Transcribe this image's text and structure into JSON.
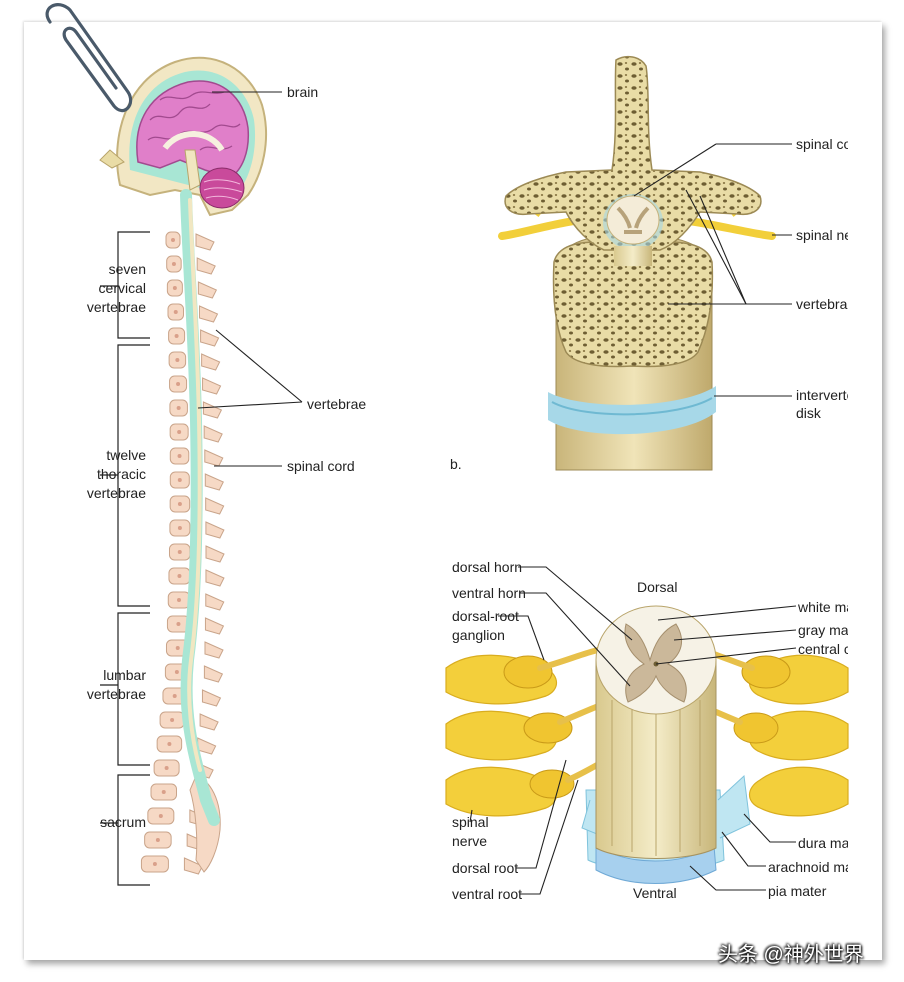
{
  "figure_a": {
    "labels": {
      "brain": "brain",
      "vertebrae": "vertebrae",
      "spinal_cord": "spinal cord",
      "cervical": "seven\ncervical\nvertebrae",
      "thoracic": "twelve\nthoracic\nvertebrae",
      "lumbar": "lumbar\nvertebrae",
      "sacrum": "sacrum"
    }
  },
  "figure_b": {
    "tag": "b.",
    "labels": {
      "spinal_cord": "spinal cord",
      "spinal_nerve": "spinal nerve",
      "vertebra": "vertebra",
      "intervertebral_disk": "intervertebral\ndisk"
    }
  },
  "figure_c": {
    "labels": {
      "dorsal": "Dorsal",
      "ventral": "Ventral",
      "dorsal_horn": "dorsal horn",
      "ventral_horn": "ventral horn",
      "dorsal_root_ganglion": "dorsal-root\nganglion",
      "spinal_nerve": "spinal\nnerve",
      "dorsal_root": "dorsal root",
      "ventral_root": "ventral root",
      "white_matter": "white matter",
      "gray_matter": "gray matter",
      "central_canal": "central canal",
      "dura_mater": "dura mater",
      "arachnoid_mater": "arachnoid mater",
      "pia_mater": "pia mater"
    }
  },
  "watermark": "头条 @神外世界",
  "colors": {
    "bone": "#e9dca6",
    "bone_dark": "#b8a46a",
    "nerve": "#f2cf3a",
    "csf": "#a8e6d4",
    "brain": "#e07fc9",
    "disk": "#a7d8e8",
    "vertebra_body": "#f6d9c5"
  },
  "icons": {
    "paperclip": "paperclip-icon"
  }
}
